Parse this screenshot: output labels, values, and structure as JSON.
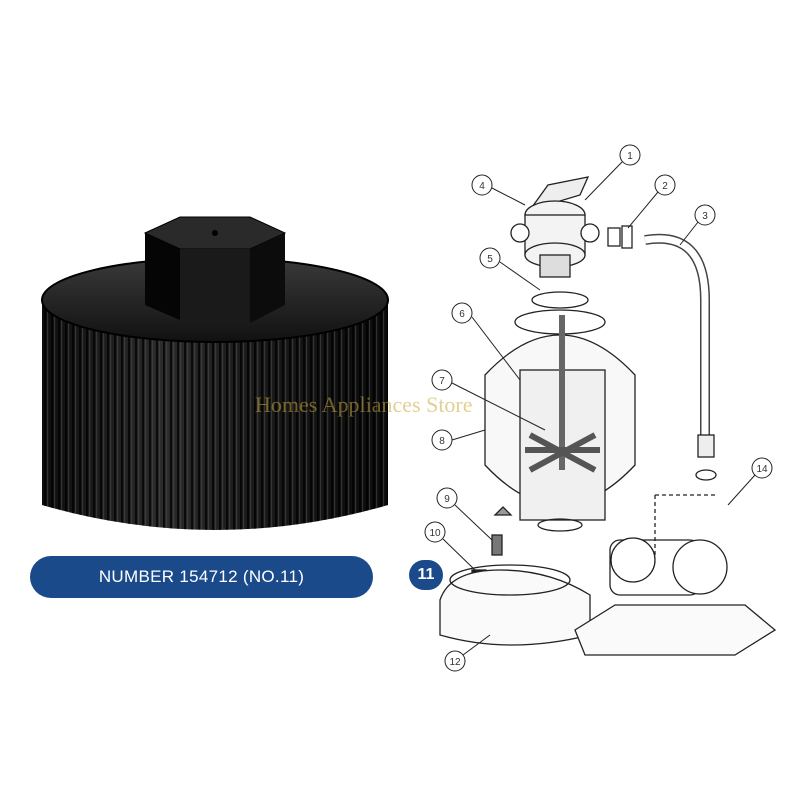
{
  "product_label": "NUMBER 154712 (NO.11)",
  "watermark": "Homes Appliances Store",
  "highlight_part": "11",
  "part_numbers": [
    "1",
    "2",
    "3",
    "4",
    "5",
    "6",
    "7",
    "8",
    "9",
    "10",
    "12",
    "14"
  ],
  "colors": {
    "badge": "#1b4a8a",
    "part": "#1c1c1c"
  }
}
